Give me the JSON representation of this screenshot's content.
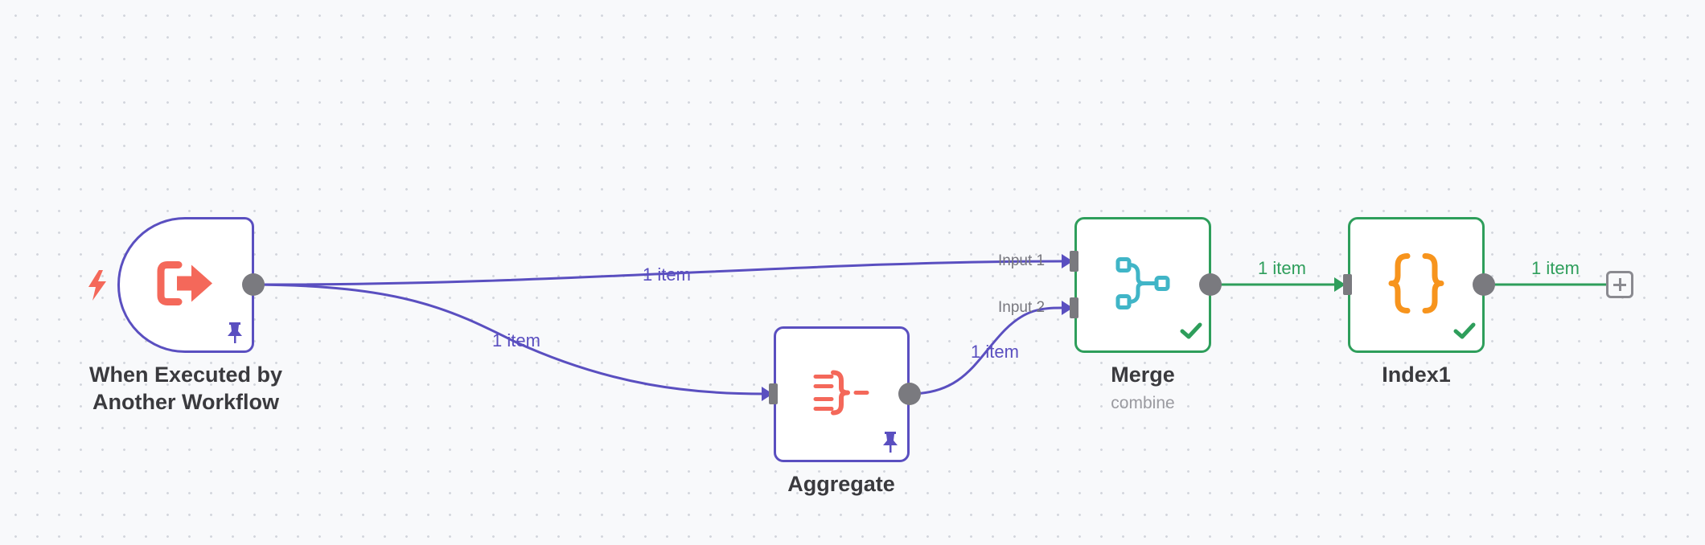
{
  "colors": {
    "selected_border": "#5a4fc0",
    "success_border": "#2e9e5b",
    "port": "#7a7a7f",
    "trigger_icon": "#f4685a",
    "merge_icon": "#40b5c7",
    "code_icon": "#f7941d"
  },
  "nodes": {
    "trigger": {
      "label_line1": "When Executed by",
      "label_line2": "Another Workflow",
      "icon": "sign-in-arrow-icon",
      "badge": "pin-icon"
    },
    "aggregate": {
      "label": "Aggregate",
      "icon": "aggregate-icon",
      "badge": "pin-icon"
    },
    "merge": {
      "label": "Merge",
      "subtitle": "combine",
      "icon": "merge-icon",
      "badge": "check-icon",
      "input1_label": "Input 1",
      "input2_label": "Input 2"
    },
    "index1": {
      "label": "Index1",
      "icon": "curly-braces-icon",
      "badge": "check-icon"
    }
  },
  "edges": {
    "trigger_merge": {
      "label": "1 item"
    },
    "trigger_aggregate": {
      "label": "1 item"
    },
    "aggregate_merge": {
      "label": "1 item"
    },
    "merge_index": {
      "label": "1 item"
    },
    "index_out": {
      "label": "1 item"
    }
  }
}
